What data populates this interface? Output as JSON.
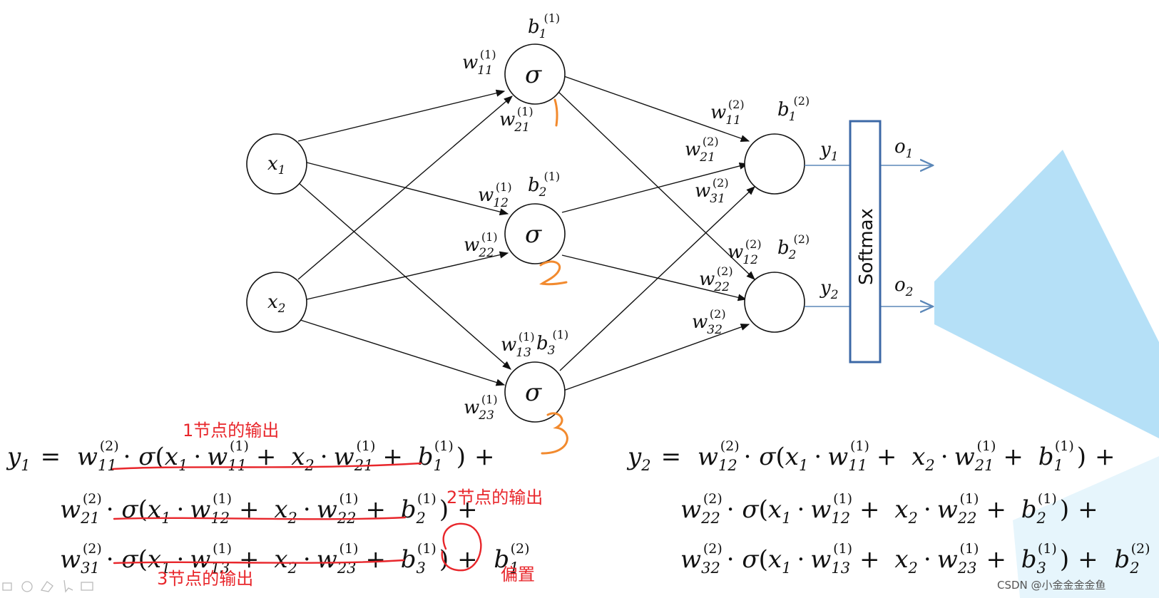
{
  "colors": {
    "ink": "#111111",
    "annotation_red": "#e8262b",
    "annotation_orange": "#f28a2e",
    "output_line": "#5b87b8",
    "softmax_border": "#3c68a6",
    "glare": "#b5e0f7"
  },
  "network": {
    "inputs": [
      {
        "var": "x",
        "sub": "1"
      },
      {
        "var": "x",
        "sub": "2"
      }
    ],
    "hidden_symbol": "σ",
    "hidden_bias": [
      {
        "var": "b",
        "sub": "1",
        "sup": "(1)"
      },
      {
        "var": "b",
        "sub": "2",
        "sup": "(1)"
      },
      {
        "var": "b",
        "sub": "3",
        "sup": "(1)"
      }
    ],
    "output_bias": [
      {
        "var": "b",
        "sub": "1",
        "sup": "(2)"
      },
      {
        "var": "b",
        "sub": "2",
        "sup": "(2)"
      }
    ],
    "layer1_weights": [
      {
        "var": "w",
        "sub": "11",
        "sup": "(1)"
      },
      {
        "var": "w",
        "sub": "21",
        "sup": "(1)"
      },
      {
        "var": "w",
        "sub": "12",
        "sup": "(1)"
      },
      {
        "var": "w",
        "sub": "22",
        "sup": "(1)"
      },
      {
        "var": "w",
        "sub": "13",
        "sup": "(1)"
      },
      {
        "var": "w",
        "sub": "23",
        "sup": "(1)"
      }
    ],
    "layer2_weights": [
      {
        "var": "w",
        "sub": "11",
        "sup": "(2)"
      },
      {
        "var": "w",
        "sub": "21",
        "sup": "(2)"
      },
      {
        "var": "w",
        "sub": "31",
        "sup": "(2)"
      },
      {
        "var": "w",
        "sub": "12",
        "sup": "(2)"
      },
      {
        "var": "w",
        "sub": "22",
        "sup": "(2)"
      },
      {
        "var": "w",
        "sub": "32",
        "sup": "(2)"
      }
    ],
    "outputs_y": [
      {
        "var": "y",
        "sub": "1"
      },
      {
        "var": "y",
        "sub": "2"
      }
    ],
    "outputs_o": [
      {
        "var": "o",
        "sub": "1"
      },
      {
        "var": "o",
        "sub": "2"
      }
    ],
    "softmax_label": "Softmax",
    "node_marks": [
      "1",
      "2",
      "3"
    ]
  },
  "annotations": {
    "node1_output": "1节点的输出",
    "node2_output": "2节点的输出",
    "node3_output": "3节点的输出",
    "bias_note": "偏置"
  },
  "equations": {
    "y1_lhs": {
      "var": "y",
      "sub": "1"
    },
    "y2_lhs": {
      "var": "y",
      "sub": "2"
    },
    "equals": "=",
    "plus": "+",
    "dot": "·"
  },
  "watermark": "CSDN @小金金金金鱼"
}
